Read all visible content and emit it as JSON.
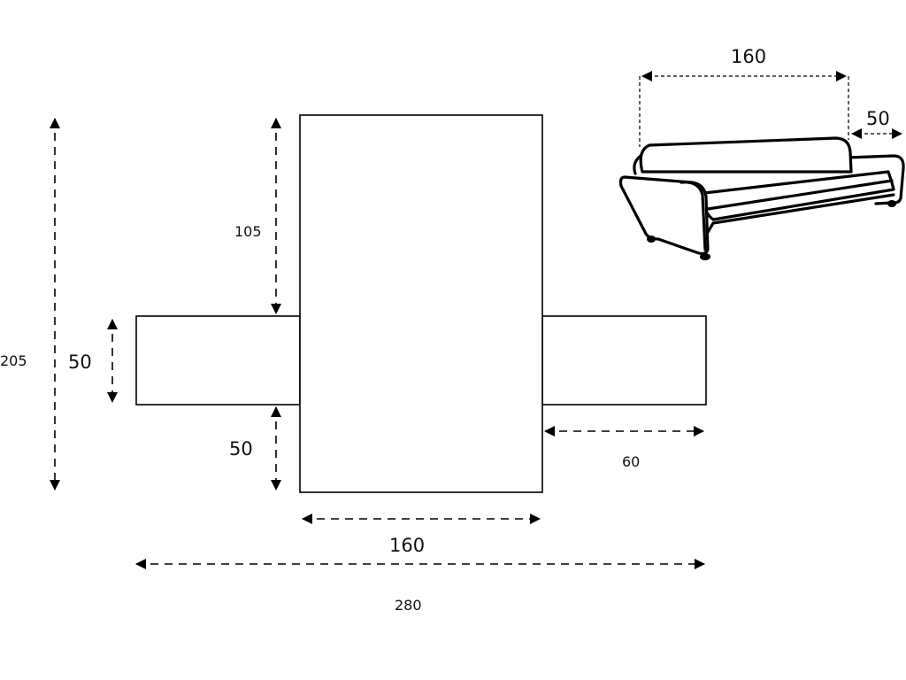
{
  "pattern": {
    "labels": {
      "total_height": "205",
      "back_height": "105",
      "arm_height": "50",
      "seat_depth": "50",
      "arm_width": "60",
      "seat_width": "160",
      "total_width": "280"
    }
  },
  "sofa_illustration": {
    "labels": {
      "sofa_width": "160",
      "arm_depth": "50"
    }
  }
}
